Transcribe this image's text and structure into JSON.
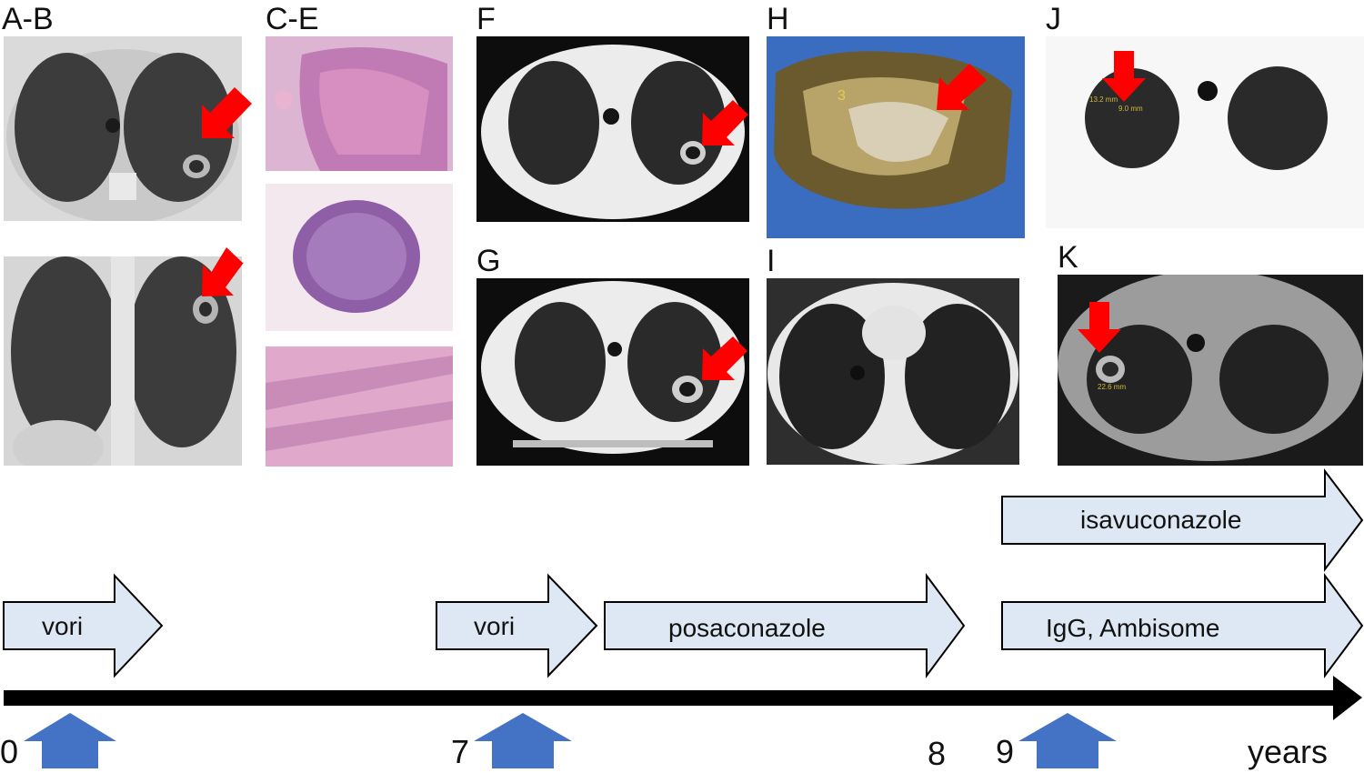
{
  "panels": {
    "ab": "A-B",
    "ce": "C-E",
    "f": "F",
    "g": "G",
    "h": "H",
    "i": "I",
    "j": "J",
    "k": "K"
  },
  "measurements": {
    "j_1": "13.2 mm",
    "j_2": "9.0 mm",
    "k_1": "22.6 mm",
    "h_num": "3"
  },
  "treatments": {
    "vori_1": "vori",
    "vori_2": "vori",
    "posaconazole": "posaconazole",
    "igg_ambisome": "IgG, Ambisome",
    "isavuconazole": "isavuconazole"
  },
  "timeline": {
    "t0": "0",
    "t7": "7",
    "t8": "8",
    "t9": "9",
    "unit": "years"
  },
  "colors": {
    "treatment_fill": "#dde8f4",
    "event_arrow": "#4472c4",
    "lesion_pointer": "#ff0000",
    "timeline": "#000000"
  }
}
